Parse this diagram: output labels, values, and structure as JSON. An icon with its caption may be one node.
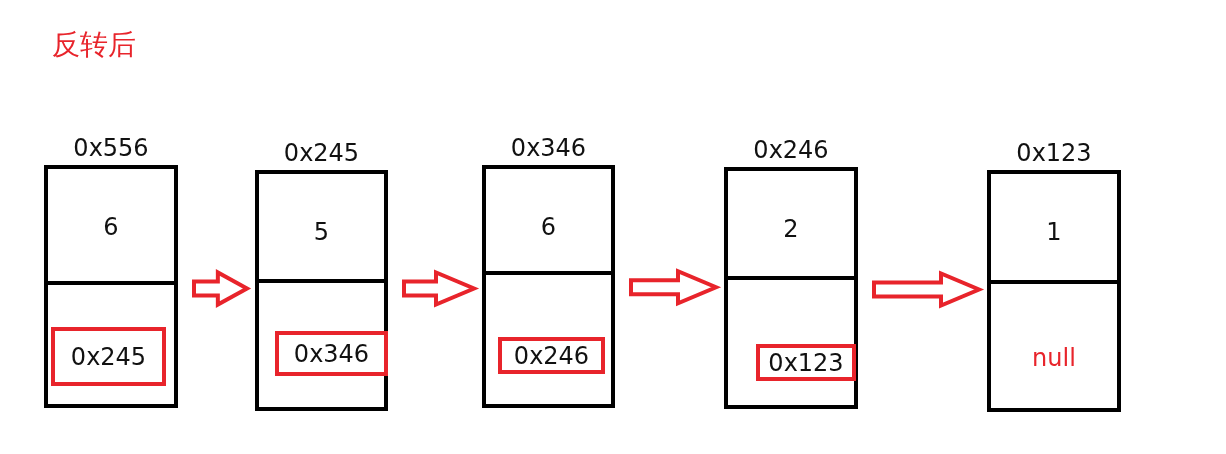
{
  "diagram": {
    "title": "反转后",
    "nodes": [
      {
        "text": [
          "0x556"
        ]
      },
      {
        "text": [
          "6"
        ],
        "in": 0
      },
      {
        "text": [],
        "shape": "box",
        "in": 0
      },
      {
        "text": [
          "0x245"
        ],
        "in": 2
      },
      {
        "text": [
          "0x245"
        ]
      },
      {
        "text": [
          "5"
        ],
        "in": 4
      },
      {
        "text": [],
        "shape": "box",
        "in": 4
      },
      {
        "text": [
          "0x346"
        ],
        "in": 6
      },
      {
        "text": [
          "0x346"
        ]
      },
      {
        "text": [
          "6"
        ],
        "in": 8
      },
      {
        "text": [],
        "shape": "box",
        "in": 8
      },
      {
        "text": [
          "0x246"
        ],
        "in": 10
      },
      {
        "text": [
          "0x246"
        ]
      },
      {
        "text": [
          "2"
        ],
        "in": 12
      },
      {
        "text": [],
        "shape": "box",
        "in": 12
      },
      {
        "text": [
          "0x123"
        ],
        "in": 14
      },
      {
        "text": [
          "0x123"
        ]
      },
      {
        "text": [
          "1"
        ],
        "in": 16
      },
      {
        "text": [
          "null"
        ],
        "in": 16
      }
    ],
    "edges": [
      {
        "from": 0,
        "to": 4,
        "arrow": "to"
      },
      {
        "from": 4,
        "to": 8,
        "arrow": "to"
      },
      {
        "from": 8,
        "to": 12,
        "arrow": "to"
      },
      {
        "from": 12,
        "to": 16,
        "arrow": "to"
      }
    ]
  }
}
